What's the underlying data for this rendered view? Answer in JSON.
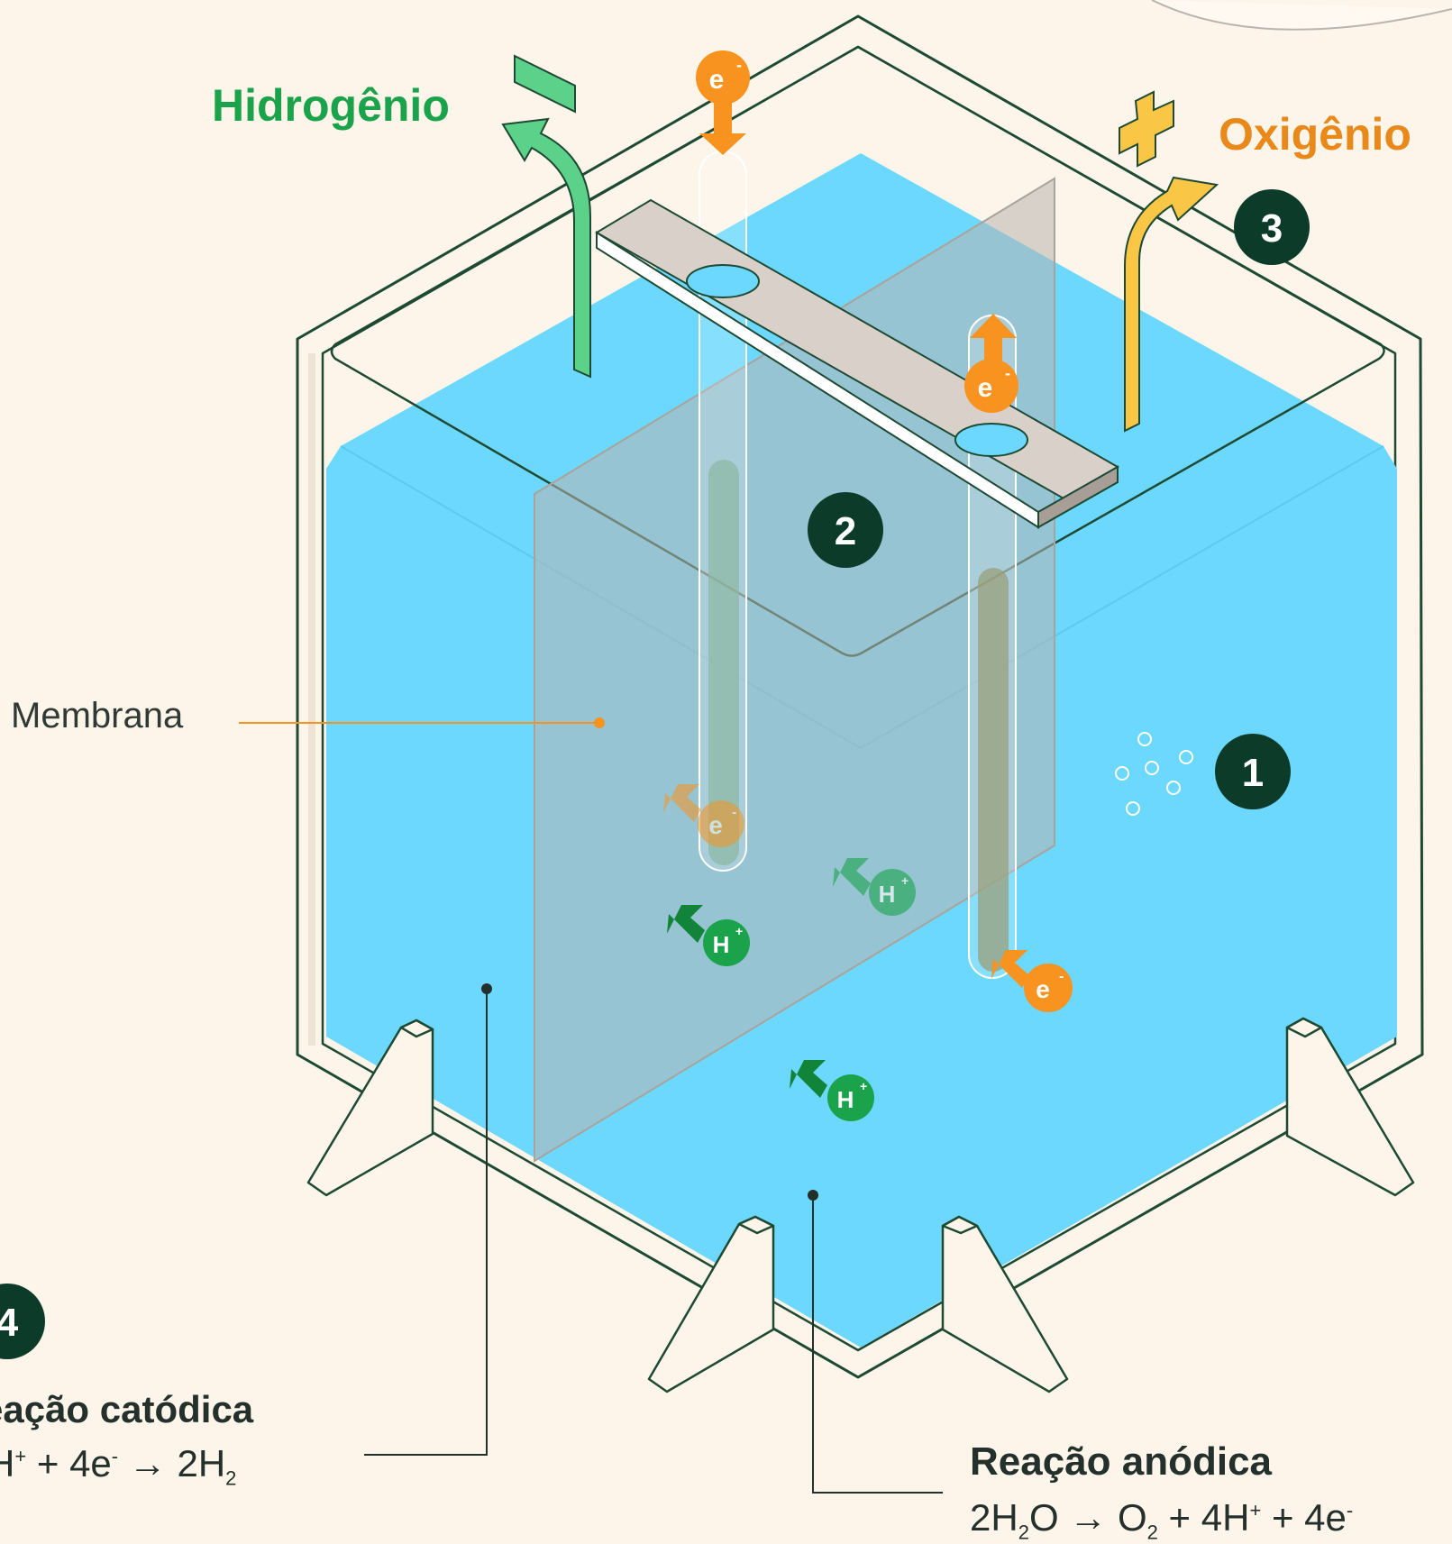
{
  "labels": {
    "hydrogen": "Hidrogênio",
    "oxygen": "Oxigênio",
    "membrane": "Membrana",
    "electron": "e",
    "electron_charge": "-",
    "proton": "H",
    "proton_charge": "+"
  },
  "steps": [
    "1",
    "2",
    "3",
    "4"
  ],
  "cathodic": {
    "title": "eação catódica",
    "p1": "H",
    "p2": "+",
    "p3": " + 4e",
    "p4": "-",
    "p5": "  →  2H",
    "p6": "2"
  },
  "anodic": {
    "title": "Reação anódica",
    "p1": "2H",
    "p2": "2",
    "p3": "O  →  O",
    "p4": "2",
    "p5": "  +  4H",
    "p6": "+",
    "p7": "  +  4e",
    "p8": "-"
  },
  "colors": {
    "background": "#fdf4ea",
    "water": "#6cd8fd",
    "outline": "#1e4a34",
    "hydrogen_green": "#1aa34a",
    "oxygen_orange": "#f7931e",
    "badge": "#0d3b2a",
    "membrane": "#b9b4ae",
    "plate": "#d9d1c9"
  }
}
